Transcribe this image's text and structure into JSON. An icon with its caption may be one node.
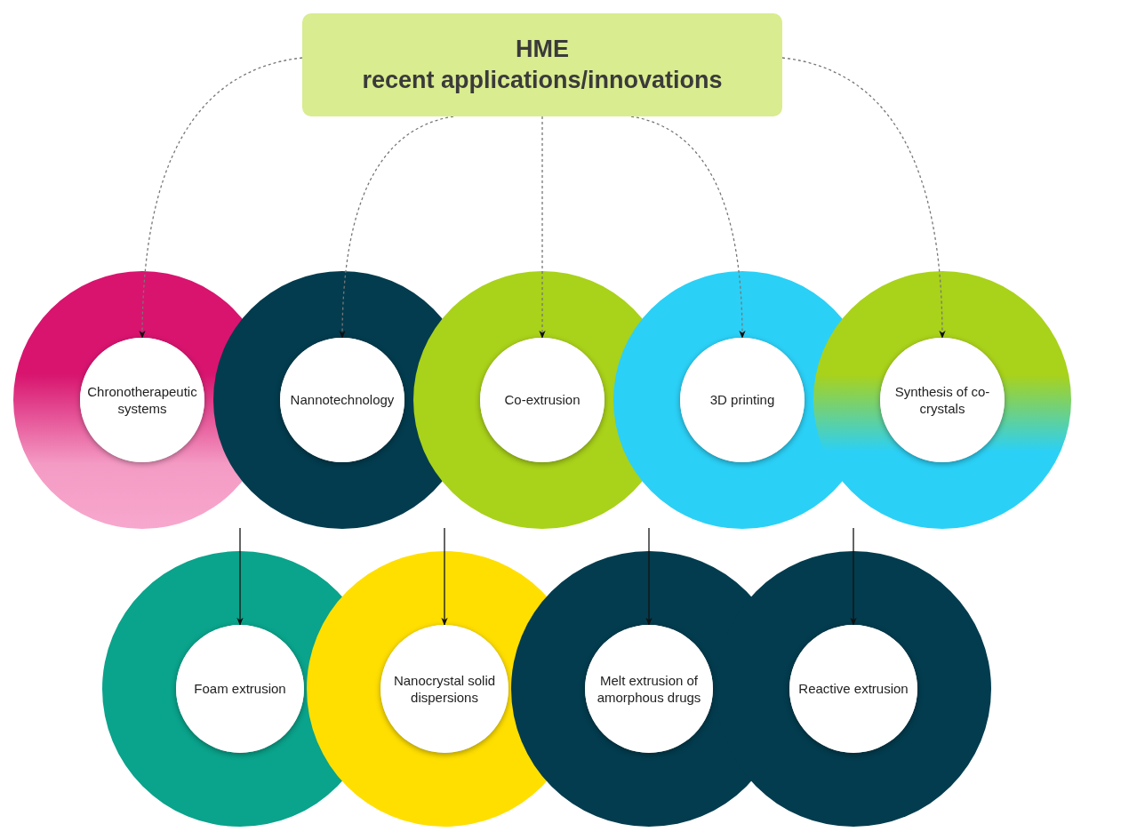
{
  "diagram": {
    "nodes": [
      {
        "text": [
          "HME",
          "recent applications/innovations"
        ]
      },
      {
        "text": [
          "Chronotherapeutic systems"
        ]
      },
      {
        "text": [
          "Nannotechnology"
        ]
      },
      {
        "text": [
          "Co-extrusion"
        ]
      },
      {
        "text": [
          "3D printing"
        ]
      },
      {
        "text": [
          "Synthesis of co-crystals"
        ]
      },
      {
        "text": [
          "Foam extrusion"
        ]
      },
      {
        "text": [
          "Nanocrystal solid dispersions"
        ]
      },
      {
        "text": [
          "Melt extrusion of amorphous drugs"
        ]
      },
      {
        "text": [
          "Reactive extrusion"
        ]
      }
    ],
    "edges": [
      {
        "from": 0,
        "to": 1,
        "arrow": "to",
        "style": "dashed"
      },
      {
        "from": 0,
        "to": 2,
        "arrow": "to",
        "style": "dashed"
      },
      {
        "from": 0,
        "to": 3,
        "arrow": "to",
        "style": "dashed"
      },
      {
        "from": 0,
        "to": 4,
        "arrow": "to",
        "style": "dashed"
      },
      {
        "from": 0,
        "to": 5,
        "arrow": "to",
        "style": "dashed"
      },
      {
        "from": null,
        "to": 6,
        "arrow": "to",
        "color": "#111111"
      },
      {
        "from": null,
        "to": 7,
        "arrow": "to",
        "color": "#111111"
      },
      {
        "from": null,
        "to": 8,
        "arrow": "to",
        "color": "#111111"
      },
      {
        "from": null,
        "to": 9,
        "arrow": "to",
        "color": "#111111"
      }
    ]
  }
}
